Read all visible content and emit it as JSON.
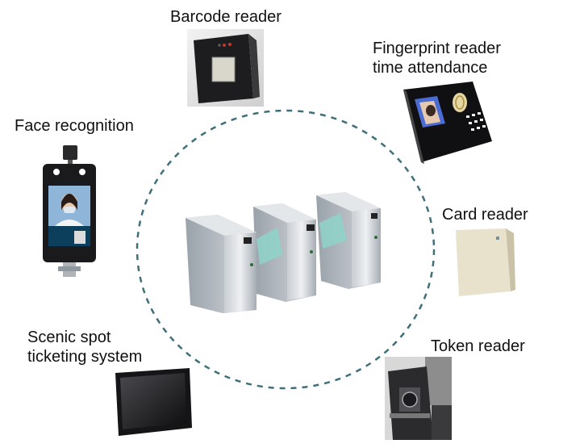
{
  "center": {
    "name": "Flap barrier turnstile"
  },
  "devices": {
    "barcode": {
      "label": "Barcode reader"
    },
    "fingerprint": {
      "label_lines": [
        "Fingerprint reader",
        "time attendance"
      ]
    },
    "face": {
      "label": "Face recognition"
    },
    "card": {
      "label": "Card reader"
    },
    "scenic": {
      "label_lines": [
        "Scenic spot",
        "ticketing system"
      ]
    },
    "token": {
      "label": "Token reader"
    }
  },
  "colors": {
    "dashed_circle": "#3f6f78",
    "steel_light": "#d9dde1",
    "steel_dark": "#8f979f",
    "flap": "#8fd3c9",
    "device_dark": "#1c1c1e",
    "card_body": "#e8e2cc"
  },
  "icons": [
    "barcode-scanner-icon",
    "fingerprint-terminal-icon",
    "face-terminal-icon",
    "card-reader-icon",
    "monitor-icon",
    "token-reader-icon",
    "turnstile-icon"
  ]
}
